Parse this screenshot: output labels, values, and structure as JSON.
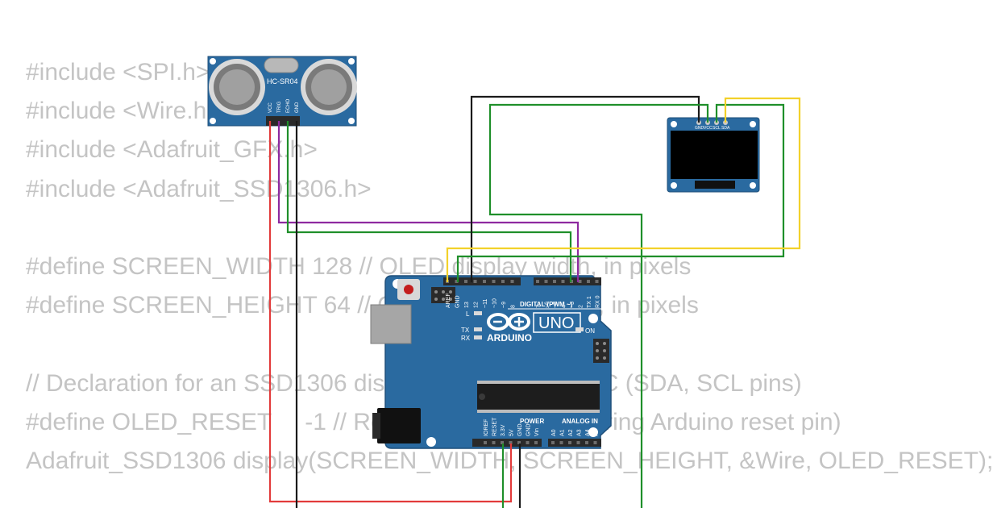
{
  "code_lines": [
    "#include <SPI.h>",
    "#include <Wire.h>",
    "#include <Adafruit_GFX.h>",
    "#include <Adafruit_SSD1306.h>",
    "",
    "#define SCREEN_WIDTH 128 // OLED display width, in pixels",
    "#define SCREEN_HEIGHT 64 // OLED display height, in pixels",
    "",
    "// Declaration for an SSD1306 display connected to I2C (SDA, SCL pins)",
    "#define OLED_RESET     -1 // Reset pin # (or -1 if sharing Arduino reset pin)",
    "Adafruit_SSD1306 display(SCREEN_WIDTH, SCREEN_HEIGHT, &Wire, OLED_RESET);"
  ],
  "sensor": {
    "label": "HC-SR04",
    "pins": [
      "VCC",
      "TRIG",
      "ECHO",
      "GND"
    ]
  },
  "oled": {
    "pins": [
      "GND",
      "VCC",
      "SCL",
      "SDA"
    ]
  },
  "arduino": {
    "model": "UNO",
    "brand": "ARDUINO",
    "digital_label": "DIGITAL (PWM ~)",
    "power_label": "POWER",
    "analog_label": "ANALOG IN",
    "on_label": "ON",
    "l_label": "L",
    "tx_label": "TX",
    "rx_label": "RX",
    "top_pins": [
      "AREF",
      "GND",
      "13",
      "12",
      "~11",
      "~10",
      "~9",
      "8",
      "7",
      "~6",
      "~5",
      "4",
      "~3",
      "2",
      "TX 1",
      "RX 0"
    ],
    "power_pins": [
      "IOREF",
      "RESET",
      "3.3V",
      "5V",
      "GND",
      "GND",
      "Vin"
    ],
    "analog_pins": [
      "A0",
      "A1",
      "A2",
      "A3",
      "A4",
      "A5"
    ]
  },
  "colors": {
    "board": "#2a6aa0",
    "board_dark": "#1f4f7a",
    "wire_red": "#e23b3b",
    "wire_black": "#1a1a1a",
    "wire_purple": "#8e2aa0",
    "wire_green": "#1f8f2a",
    "wire_yellow": "#f2d12a"
  }
}
